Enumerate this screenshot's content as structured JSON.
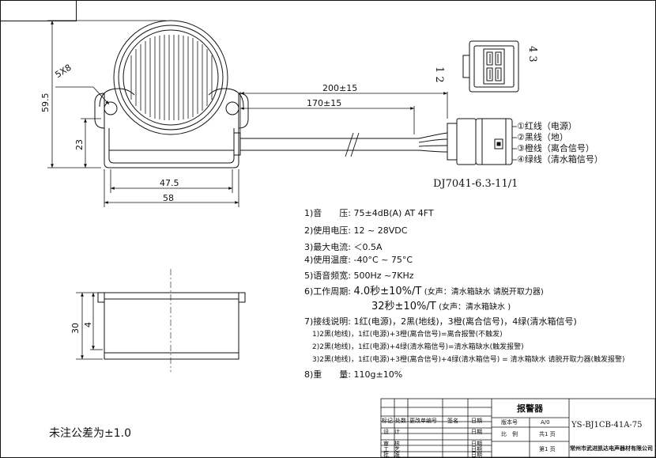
{
  "drawing": {
    "dims": {
      "d_200": "200±15",
      "d_170": "170±15",
      "d_5x8": "5X8",
      "d_59_5": "59.5",
      "d_23": "23",
      "d_47_5": "47.5",
      "d_58": "58",
      "d_30": "30",
      "d_4": "4"
    },
    "connector": {
      "pin_left": "1 2",
      "pin_right": "4 3",
      "model": "DJ7041-6.3-11/1"
    },
    "wires": [
      "①红线（电源）",
      "②黑线（地）",
      "③橙线（离合信号）",
      "④绿线（清水箱信号）"
    ]
  },
  "specs": [
    {
      "label": "1)音　　压:",
      "value": "75±4dB(A) AT 4FT"
    },
    {
      "label": "2)使用电压:",
      "value": "12 ~ 28VDC"
    },
    {
      "label": "3)最大电流:",
      "value": "＜0.5A"
    },
    {
      "label": "4)使用温度:",
      "value": "-40°C ~  75°C"
    },
    {
      "label": "5)语音频宽:",
      "value": "500Hz ~7KHz"
    },
    {
      "label": "6)工作周期:",
      "value": "4.0秒±10%/T",
      "note": "(女声：清水箱缺水 请脱开取力器)"
    },
    {
      "label": "",
      "value": "32秒±10%/T",
      "note": "(女声：清水箱缺水 )"
    },
    {
      "label": "7)接线说明:",
      "value": "1红(电源)，2黑(地线)，3橙(离合信号)，4绿(清水箱信号)"
    }
  ],
  "wiring_notes": [
    "1)2黑(地线)，1红(电源)+3橙(离合信号)=离合报警(不触发)",
    "2)2黑(地线)，1红(电源)+4绿(清水箱信号)=清水箱缺水(触发报警)",
    "3)2黑(地线)，1红(电源)+3橙(离合信号)+4绿(清水箱信号) = 清水箱缺水 请脱开取力器(触发报警)"
  ],
  "weight": {
    "label": "8)重　　量:",
    "value": "110g±10%"
  },
  "tolerance_note": "未注公差为±1.0",
  "title_block": {
    "product": "报警器",
    "part_no": "YS-BJ1CB-41A-75",
    "version_label": "版本号",
    "version": "A/0",
    "scale_label": "比　例",
    "total_pages": "共1 页",
    "page": "第1 页",
    "company": "常州市武进凯达电声器材有限公司",
    "rows": [
      {
        "a": "标记",
        "b": "处数",
        "c": "更改单编号",
        "d": "签名",
        "e": "日期"
      },
      {
        "a": "设　计",
        "e": "日期"
      },
      {
        "a": "审　核",
        "e": "日期"
      },
      {
        "a": "工　艺",
        "e": "日期"
      },
      {
        "a": "批　准",
        "e": "日期"
      }
    ]
  }
}
